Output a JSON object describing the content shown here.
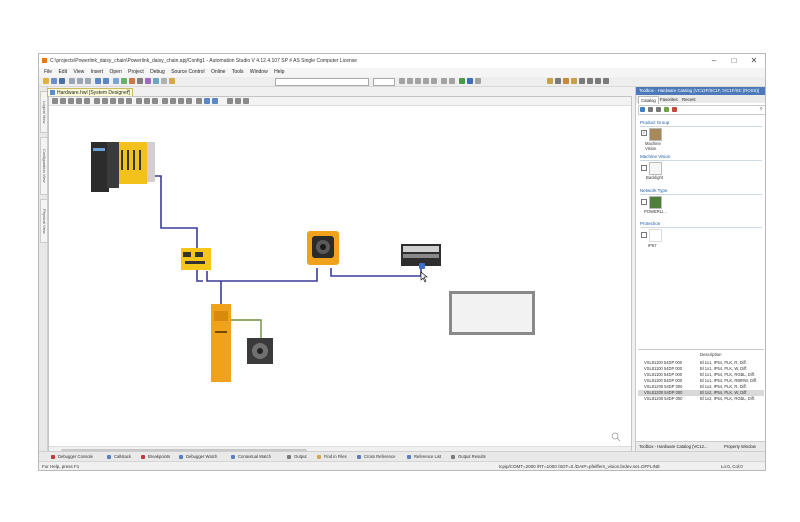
{
  "window": {
    "title": "C:\\projects\\Powerlink_daisy_chain\\Powerlink_daisy_chain.apj/Config1 - Automation Studio V 4.12.4.107 SP # AS Single Computer License",
    "min_glyph": "–",
    "max_glyph": "□",
    "close_glyph": "✕"
  },
  "menu": [
    "File",
    "Edit",
    "View",
    "Insert",
    "Open",
    "Project",
    "Debug",
    "Source Control",
    "Online",
    "Tools",
    "Window",
    "Help"
  ],
  "document_tab": {
    "label": "Hardware.hwl [System Designer]",
    "close": "×"
  },
  "left_panel_tabs": [
    "Logical View",
    "Configuration View",
    "Physical View"
  ],
  "toolbox": {
    "title": "Toolbox - Hardware Catalog (VC12F/SC1F, IVC1F/SC (ROSS))",
    "tabs": [
      "Catalog",
      "Favorites",
      "Recent"
    ],
    "search_placeholder": "",
    "groups": [
      {
        "heading": "Product Group",
        "items": [
          {
            "label": "Machine Vision",
            "checked": true
          }
        ]
      },
      {
        "heading": "Machine Vision",
        "items": [
          {
            "label": "Backlight",
            "checked": false
          }
        ]
      },
      {
        "heading": "Network Type",
        "items": [
          {
            "label": "POWERLI...",
            "checked": false
          }
        ]
      },
      {
        "heading": "Protection",
        "items": [
          {
            "label": "IP67",
            "checked": false
          }
        ]
      }
    ],
    "columns": [
      "",
      "Description"
    ],
    "rows": [
      {
        "name": "VSL81100 54DP 000",
        "desc": "Bl 1x1, IP54, PLK, R, Diff."
      },
      {
        "name": "VSL81100 54DP 000",
        "desc": "Bl 1x1, IP54, PLK, W, Diff."
      },
      {
        "name": "VSL81100 54DP 000",
        "desc": "Bl 1x1, IP54, PLK, RGBL, Diff."
      },
      {
        "name": "VSL81100 54DP 000",
        "desc": "Bl 1x1, IP54, PLK, RBIRW, Diff."
      },
      {
        "name": "VSL81200 54DP 000",
        "desc": "Bl 1x2, IP54, PLK, R, Diff."
      },
      {
        "name": "VSL81200 54DP 000",
        "desc": "Bl 1x2, IP54, PLK, W, Diff."
      },
      {
        "name": "VSL81200 54DP 000",
        "desc": "Bl 1x2, IP54, PLK, RGBL, Diff."
      }
    ],
    "selected_row": 5,
    "bottom_tabs": [
      "Toolbox - Hardware Catalog (VC12...",
      "Property Window"
    ]
  },
  "bottom_tabs": [
    "Debugger Console",
    "Callstack",
    "Breakpoints",
    "Debugger Watch",
    "Contextual Watch",
    "Output",
    "Find in Files",
    "Cross Reference",
    "Reference List",
    "Output Results"
  ],
  "status": {
    "help": "For Help, press F1",
    "connection": "tcpip/COMT=2000 /RT=1000 /SDT=5 /DAIP=pfeiffern_vision.brdev.net...",
    "mode": "OFFLINE",
    "position": "Ln:0, Col:0"
  },
  "colors": {
    "titlebar_accent": "#4c7ab8",
    "cable": "#3b3b9a",
    "device_yellow": "#f5c518",
    "device_orange": "#f0a21a"
  }
}
